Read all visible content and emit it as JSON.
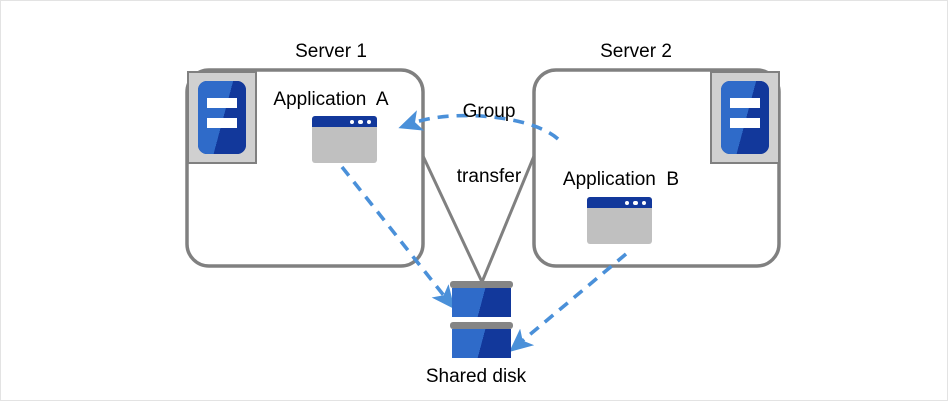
{
  "diagram": {
    "title_present": false,
    "servers": [
      {
        "id": "server1",
        "label": "Server 1",
        "app_label": "Application  A",
        "icon": "server-icon",
        "app_icon": "application-window-icon"
      },
      {
        "id": "server2",
        "label": "Server 2",
        "app_label": "Application  B",
        "icon": "server-icon",
        "app_icon": "application-window-icon"
      }
    ],
    "storage": {
      "label": "Shared disk",
      "icon": "disk-stack-icon"
    },
    "annotations": {
      "group_transfer": "Group\ntransfer",
      "group_transfer_line1": "Group",
      "group_transfer_line2": "transfer"
    },
    "connectors": [
      {
        "name": "server1-to-disk-link",
        "style": "solid",
        "color": "#808080"
      },
      {
        "name": "server2-to-disk-link",
        "style": "solid",
        "color": "#808080"
      },
      {
        "name": "app-a-to-disk-access",
        "style": "dashed",
        "color": "#4a90d9"
      },
      {
        "name": "app-b-to-disk-access",
        "style": "dashed",
        "color": "#4a90d9"
      },
      {
        "name": "group-transfer-arrow",
        "style": "dashed",
        "color": "#4a90d9",
        "direction": "server2-to-server1"
      }
    ],
    "colors": {
      "border_gray": "#808080",
      "accent_blue": "#4a90d9",
      "icon_blue_light": "#2f6bc9",
      "icon_blue_dark": "#12389b",
      "icon_frame_gray": "#d0d0d0",
      "disk_gray": "#858585",
      "app_body_gray": "#c0c0c0",
      "canvas_background": "#ffffff"
    }
  }
}
